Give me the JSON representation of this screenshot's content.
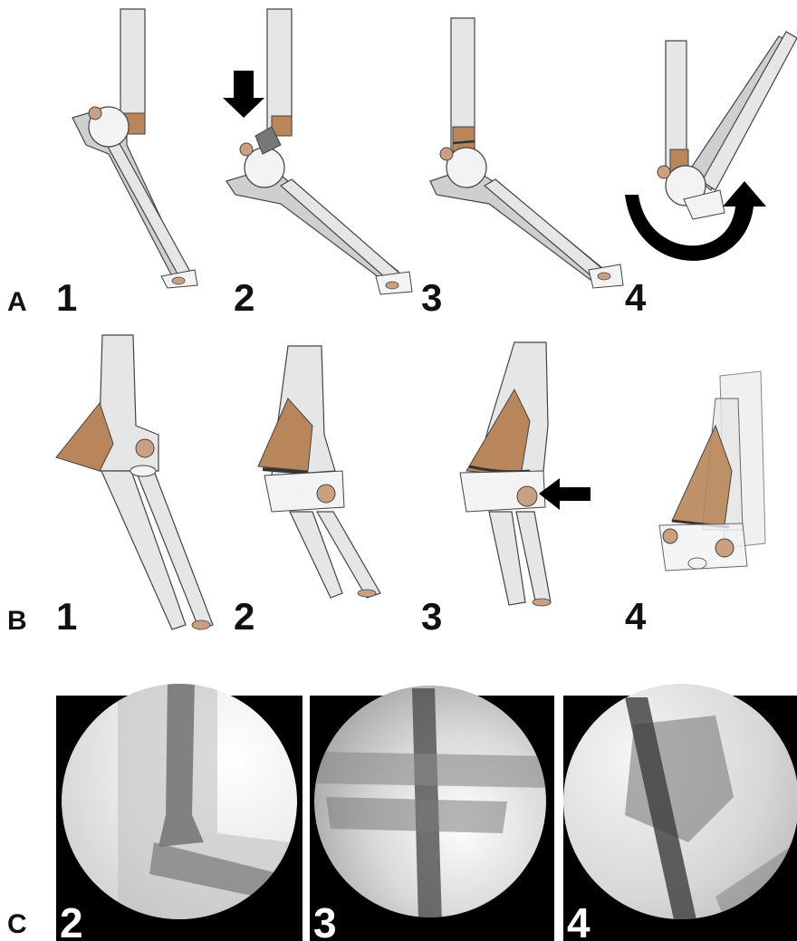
{
  "colors": {
    "bone": "#e4e4e4",
    "bone_shade": "#c8c8c8",
    "fragment": "#b8865a",
    "cartilage": "#f3f3f3",
    "nucleus": "#caa081",
    "outline": "#444444",
    "arrow": "#000000",
    "xray_bg": "#000000",
    "fracture_line": "#333333"
  },
  "rows": {
    "a": {
      "letter": "A",
      "labels": [
        "1",
        "2",
        "3",
        "4"
      ]
    },
    "b": {
      "letter": "B",
      "labels": [
        "1",
        "2",
        "3",
        "4"
      ]
    },
    "c": {
      "letter": "C",
      "labels": [
        "2",
        "3",
        "4"
      ]
    }
  },
  "icons": {
    "a2": "down-arrow-icon",
    "a4": "rotation-arrow-icon",
    "b3": "left-arrow-icon"
  }
}
